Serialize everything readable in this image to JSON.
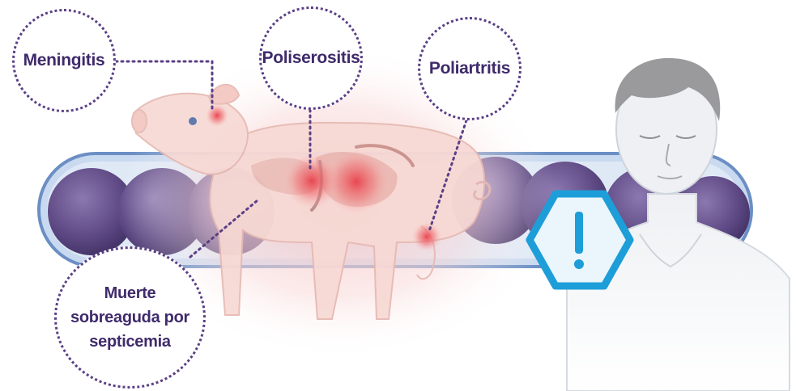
{
  "labels": {
    "meningitis": "Meningitis",
    "poliserositis": "Poliserositis",
    "poliartritis": "Poliartritis",
    "muerte": "Muerte sobreaguda por septicemia"
  },
  "icons": {
    "bacteria": "streptococcus-chain-icon",
    "warning": "hexagon-exclamation-icon",
    "animal": "pig-illustration",
    "human": "human-bust-illustration"
  },
  "colors": {
    "label_text": "#3f2a6b",
    "dotted_border": "#5a3f86",
    "bacteria_fill": "#6a5590",
    "bacteria_capsule": "#c9d9ef",
    "capsule_outline": "#6b8fc4",
    "inflammation": "#e8404a",
    "warning": "#1e9ed8",
    "pig_body": "#f7d9d4",
    "human_skin": "#eef0f3"
  }
}
